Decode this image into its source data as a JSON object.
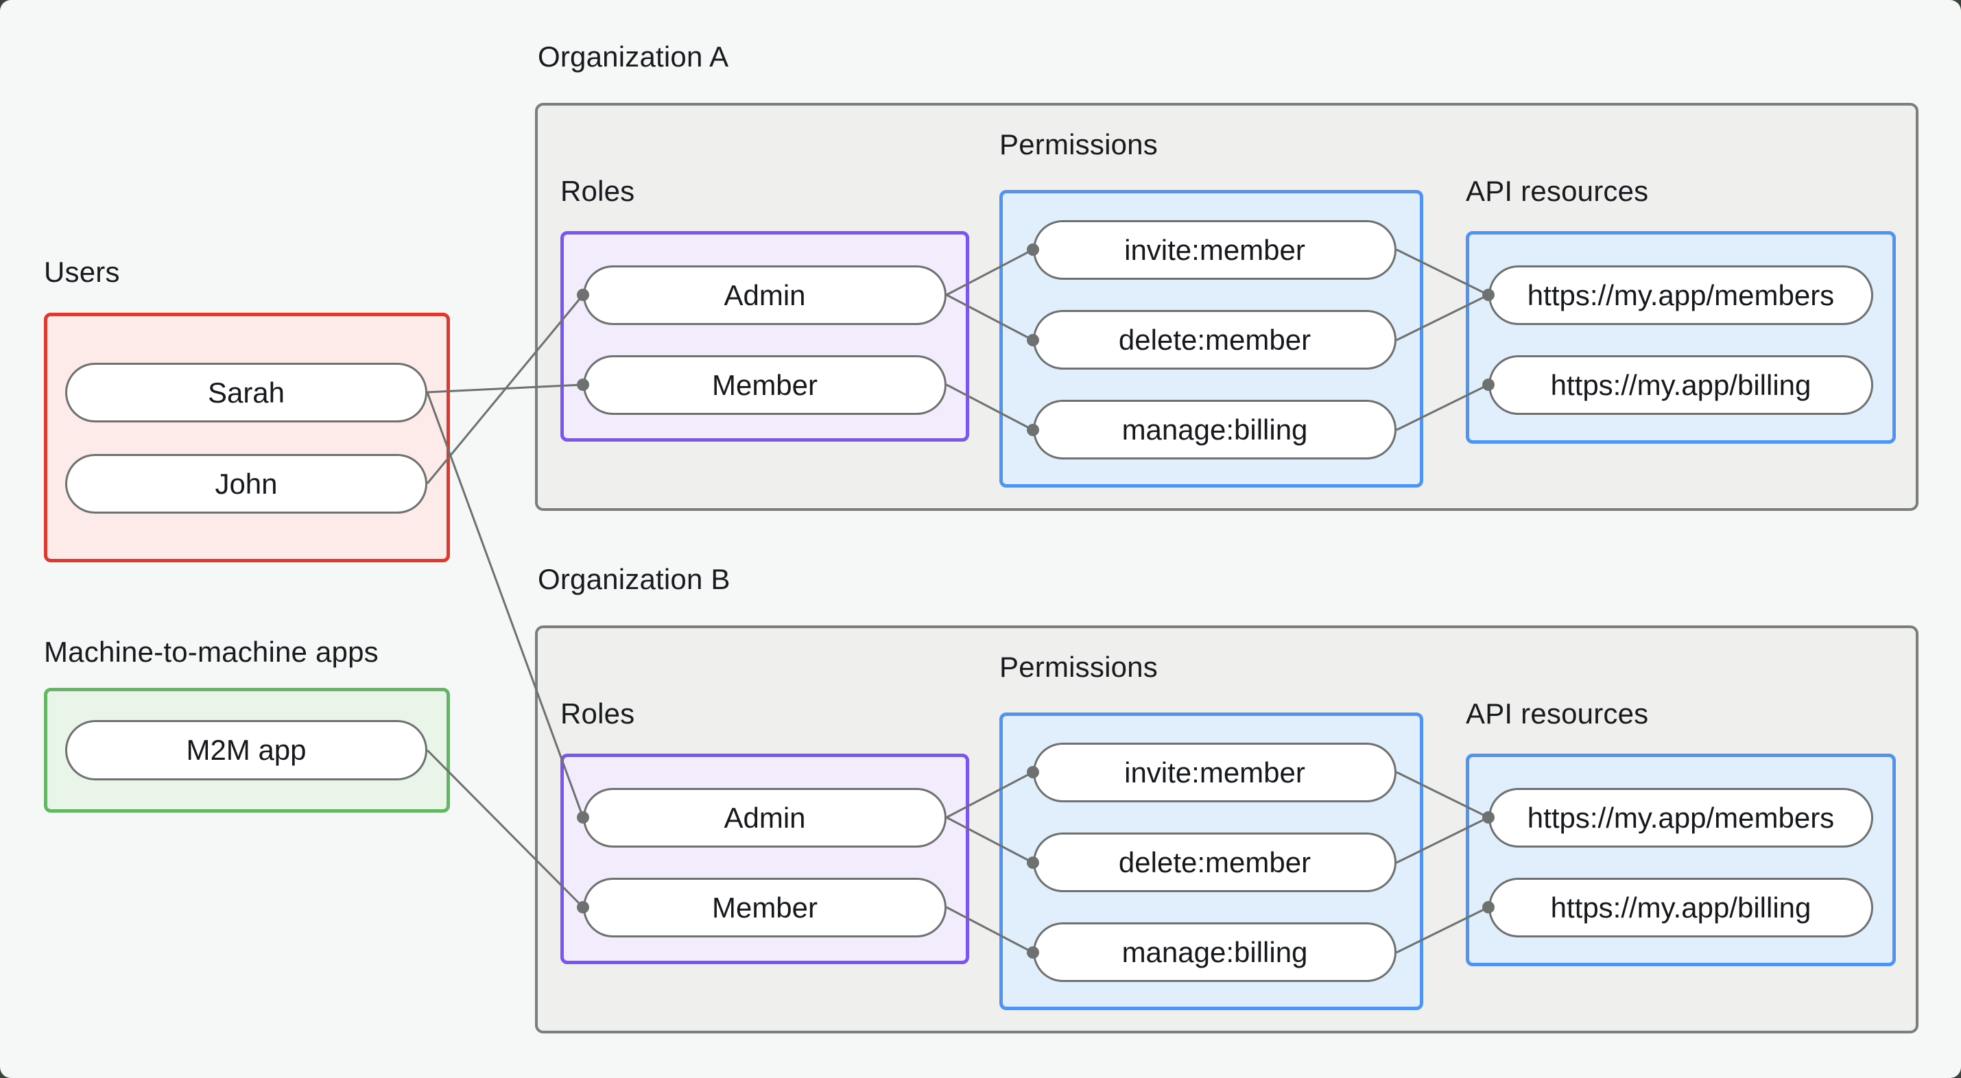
{
  "users_group": {
    "label": "Users",
    "items": [
      "Sarah",
      "John"
    ]
  },
  "m2m_group": {
    "label": "Machine-to-machine apps",
    "items": [
      "M2M app"
    ]
  },
  "org_a": {
    "title": "Organization A",
    "roles_label": "Roles",
    "roles": [
      "Admin",
      "Member"
    ],
    "permissions_label": "Permissions",
    "permissions": [
      "invite:member",
      "delete:member",
      "manage:billing"
    ],
    "api_label": "API resources",
    "api_resources": [
      "https://my.app/members",
      "https://my.app/billing"
    ]
  },
  "org_b": {
    "title": "Organization B",
    "roles_label": "Roles",
    "roles": [
      "Admin",
      "Member"
    ],
    "permissions_label": "Permissions",
    "permissions": [
      "invite:member",
      "delete:member",
      "manage:billing"
    ],
    "api_label": "API resources",
    "api_resources": [
      "https://my.app/members",
      "https://my.app/billing"
    ]
  },
  "edges": [
    "Sarah → Org A Member",
    "John → Org A Admin",
    "Sarah → Org B Admin",
    "M2M app → Org B Member",
    "Admin A → invite:member",
    "Admin A → delete:member",
    "Member A → manage:billing",
    "invite:member A → members API",
    "delete:member A → members API",
    "manage:billing A → billing API",
    "Admin B → invite:member",
    "Admin B → delete:member",
    "Member B → manage:billing",
    "invite:member B → members API",
    "delete:member B → members API",
    "manage:billing B → billing API"
  ],
  "colors": {
    "page_bg": "#f5f8f6",
    "org_fill": "#efefee",
    "org_border": "#7a7e7c",
    "users_border": "#df382c",
    "users_fill": "#fcebe9",
    "m2m_border": "#63b763",
    "m2m_fill": "#e9f5e8",
    "roles_border": "#7a54f4",
    "roles_fill": "#f2ecfc",
    "blue_border": "#4f94f5",
    "blue_fill": "#e1eefc",
    "wire": "#6d7170",
    "text": "#16191c"
  }
}
